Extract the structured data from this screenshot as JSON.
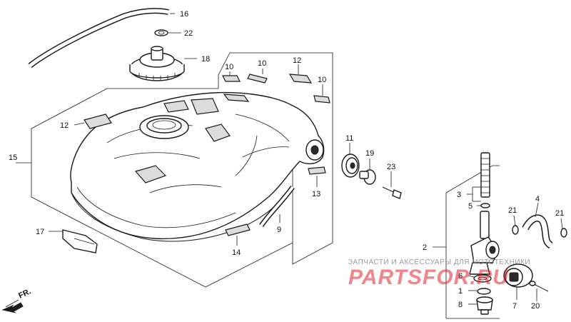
{
  "diagram": {
    "labels": {
      "p1": "1",
      "p2": "2",
      "p3": "3",
      "p4": "4",
      "p5": "5",
      "p6": "6",
      "p7": "7",
      "p8": "8",
      "p9": "9",
      "p10a": "10",
      "p10b": "10",
      "p10c": "10",
      "p11": "11",
      "p12a": "12",
      "p12b": "12",
      "p13": "13",
      "p14": "14",
      "p15": "15",
      "p16": "16",
      "p17": "17",
      "p18": "18",
      "p19": "19",
      "p20": "20",
      "p21a": "21",
      "p21b": "21",
      "p22": "22",
      "p23": "23"
    },
    "front_marker": "FR."
  },
  "watermark": {
    "caption": "ЗАПЧАСТИ И АКСЕССУАРЫ ДЛЯ МОТОТЕХНИКИ",
    "brand": "PARTSFOR.RU",
    "colors": {
      "brand": "#e4202a",
      "caption": "#9a9a9a"
    }
  }
}
